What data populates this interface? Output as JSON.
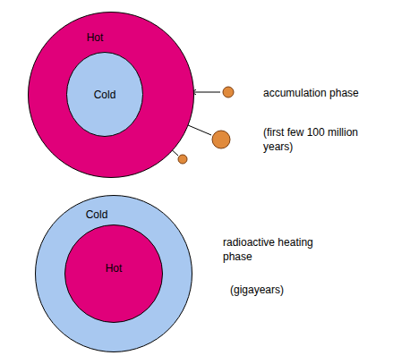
{
  "diagram": {
    "nodes": [
      {
        "text": [
          "Hot"
        ]
      },
      {
        "text": [
          "Cold"
        ],
        "in": 0
      },
      {
        "text": [
          "Cold"
        ]
      },
      {
        "text": [
          "Hot"
        ],
        "in": 2
      }
    ],
    "labels": [
      "accumulation phase",
      "(first few 100 million years)",
      "radioactive heating phase",
      "(gigayears)"
    ]
  }
}
